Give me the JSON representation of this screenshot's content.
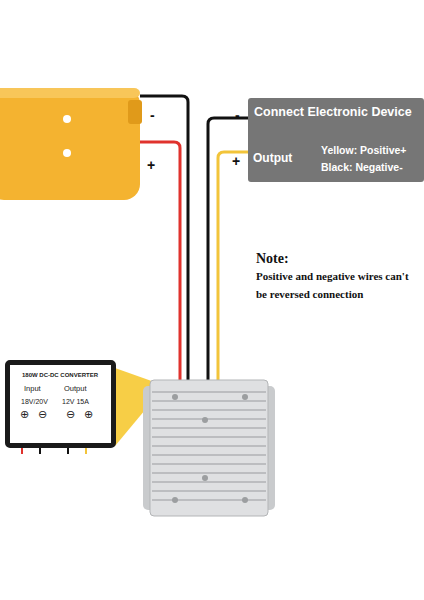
{
  "diagram": {
    "nodes": [
      {
        "text": [
          "Connect Electronic Device",
          "Output",
          "Yellow: Positive+",
          "Black: Negative-"
        ]
      },
      {
        "text": [
          "180W DC-DC CONVERTER",
          "Input",
          "Output",
          "18V/20V",
          "12V 15A",
          "⊕",
          "⊖",
          "⊖",
          "⊕"
        ]
      }
    ],
    "labels": [
      "-",
      "+",
      "-",
      "+",
      "Note:",
      "Positive and negative wires can't be reversed connection"
    ]
  }
}
